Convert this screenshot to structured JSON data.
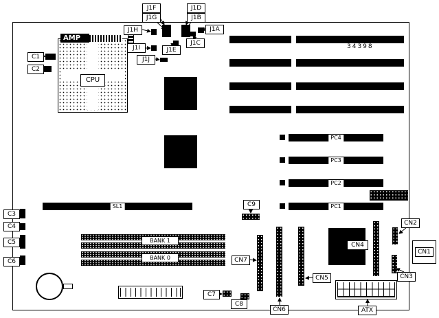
{
  "part_number": "34398",
  "colors": {
    "line": "#000000",
    "background": "#ffffff"
  },
  "cpu": {
    "brand": "AMP",
    "socket_label": "CPU"
  },
  "jumpers": {
    "j1a": "J1A",
    "j1b": "J1B",
    "j1c": "J1C",
    "j1d": "J1D",
    "j1e": "J1E",
    "j1f": "J1F",
    "j1g": "J1G",
    "j1h": "J1H",
    "j1i": "J1I",
    "j1j": "J1J"
  },
  "slots": {
    "pc1": "PC1",
    "pc2": "PC2",
    "pc3": "PC3",
    "pc4": "PC4",
    "sl1": "SL1"
  },
  "memory": {
    "bank0": "BANK 0",
    "bank1": "BANK 1"
  },
  "connectors": {
    "c1": "C1",
    "c2": "C2",
    "c3": "C3",
    "c4": "C4",
    "c5": "C5",
    "c6": "C6",
    "c7": "C7",
    "c8": "C8",
    "c9": "C9",
    "cn1": "CN1",
    "cn2": "CN2",
    "cn3": "CN3",
    "cn4": "CN4",
    "cn5": "CN5",
    "cn6": "CN6",
    "cn7": "CN7",
    "atx": "ATX"
  }
}
